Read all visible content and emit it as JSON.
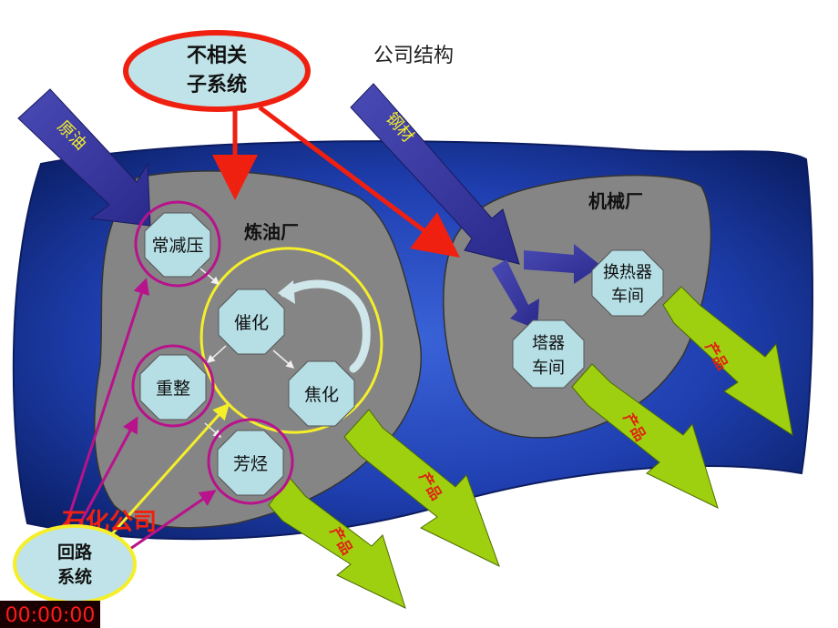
{
  "title": "公司结构",
  "top_ellipse": [
    "不相关",
    "子系统"
  ],
  "inputs": {
    "crude": "原油",
    "steel": "钢材"
  },
  "refinery": {
    "name": "炼油厂",
    "units": {
      "atmos": "常减压",
      "catalytic": "催化",
      "reforming": "重整",
      "coking": "焦化",
      "aromatics": "芳烃"
    }
  },
  "machinery": {
    "name": "机械厂",
    "units": {
      "heat_exchanger": [
        "换热器",
        "车间"
      ],
      "tower": [
        "塔器",
        "车间"
      ]
    }
  },
  "company_label": "石化公司",
  "loop_system": [
    "回路",
    "系统"
  ],
  "product": "产品",
  "timer": "00:00:00",
  "colors": {
    "blue_band": "#1c3aa8",
    "gray_area": "#858585",
    "octagon_fill": "#b5dee5",
    "magenta": "#b8128c",
    "yellow": "#f5ef2a",
    "red": "#f02010",
    "green_arrow": "#9fd010",
    "purple_arrow": "#3c3ca8"
  }
}
